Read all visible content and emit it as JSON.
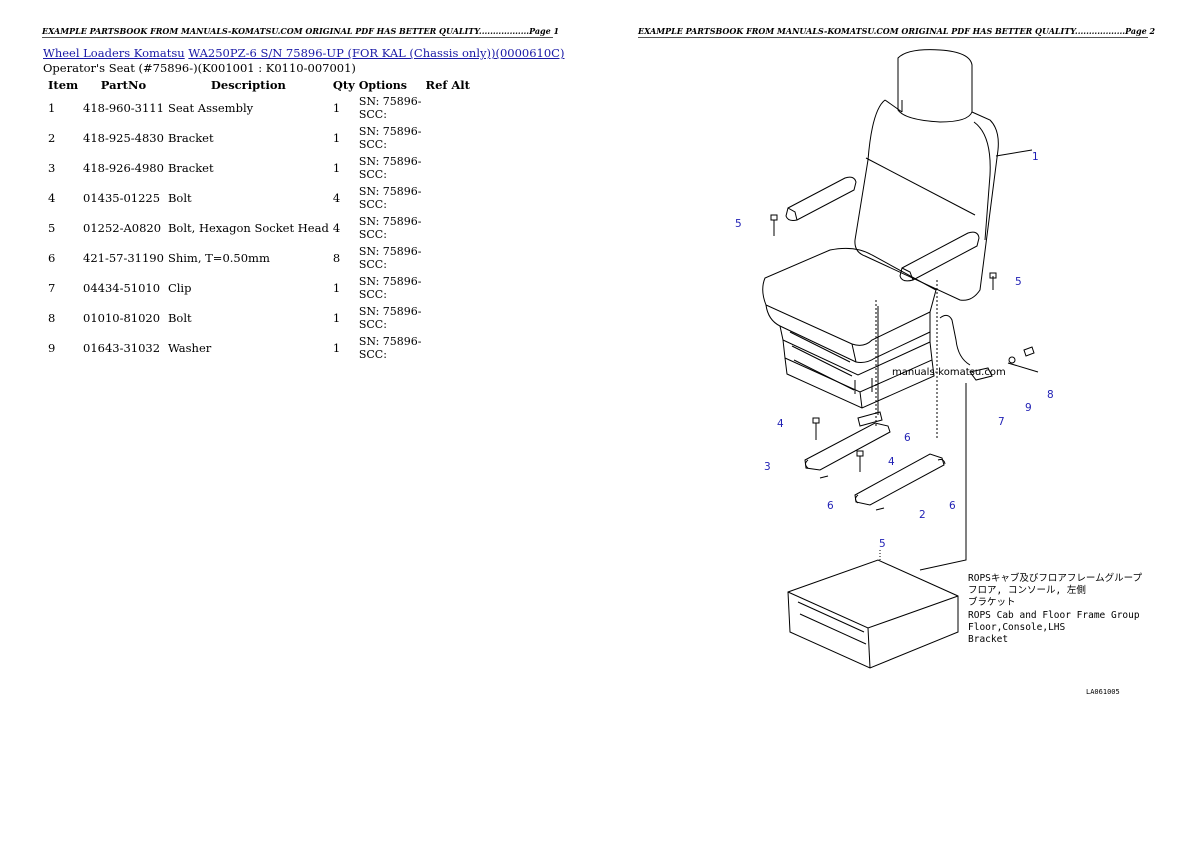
{
  "header": {
    "page1": "EXAMPLE PARTSBOOK FROM MANUALS-KOMATSU.COM ORIGINAL PDF HAS BETTER QUALITY..................Page 1",
    "page2": "EXAMPLE PARTSBOOK FROM MANUALS-KOMATSU.COM ORIGINAL PDF HAS BETTER QUALITY..................Page 2"
  },
  "breadcrumb": {
    "link1": "Wheel Loaders Komatsu",
    "link2": "WA250PZ-6 S/N 75896-UP (FOR KAL (Chassis only))(0000610C)"
  },
  "subtitle": "Operator's Seat (#75896-)(K001001 : K0110-007001)",
  "table": {
    "headers": {
      "item": "Item",
      "partno": "PartNo",
      "description": "Description",
      "qty": "Qty",
      "options": "Options",
      "refalt": "Ref Alt"
    },
    "rows": [
      {
        "item": "1",
        "partno": "418-960-3111",
        "description": "Seat Assembly",
        "qty": "1",
        "opt1": "SN: 75896-",
        "opt2": "SCC:"
      },
      {
        "item": "2",
        "partno": "418-925-4830",
        "description": "Bracket",
        "qty": "1",
        "opt1": "SN: 75896-",
        "opt2": "SCC:"
      },
      {
        "item": "3",
        "partno": "418-926-4980",
        "description": "Bracket",
        "qty": "1",
        "opt1": "SN: 75896-",
        "opt2": "SCC:"
      },
      {
        "item": "4",
        "partno": "01435-01225",
        "description": "Bolt",
        "qty": "4",
        "opt1": "SN: 75896-",
        "opt2": "SCC:"
      },
      {
        "item": "5",
        "partno": "01252-A0820",
        "description": "Bolt, Hexagon Socket Head",
        "qty": "4",
        "opt1": "SN: 75896-",
        "opt2": "SCC:"
      },
      {
        "item": "6",
        "partno": "421-57-31190",
        "description": "Shim, T=0.50mm",
        "qty": "8",
        "opt1": "SN: 75896-",
        "opt2": "SCC:"
      },
      {
        "item": "7",
        "partno": "04434-51010",
        "description": "Clip",
        "qty": "1",
        "opt1": "SN: 75896-",
        "opt2": "SCC:"
      },
      {
        "item": "8",
        "partno": "01010-81020",
        "description": "Bolt",
        "qty": "1",
        "opt1": "SN: 75896-",
        "opt2": "SCC:"
      },
      {
        "item": "9",
        "partno": "01643-31032",
        "description": "Washer",
        "qty": "1",
        "opt1": "SN: 75896-",
        "opt2": "SCC:"
      }
    ]
  },
  "diagram": {
    "callouts": [
      "1",
      "5",
      "5",
      "8",
      "9",
      "7",
      "4",
      "6",
      "3",
      "4",
      "6",
      "2",
      "6",
      "5"
    ],
    "watermark": "manuals-komatsu.com",
    "note_jp1": "ROPSキャブ及びフロアフレームグループ",
    "note_jp2": "フロア, コンソール, 左側",
    "note_jp3": "ブラケット",
    "note_en1": "ROPS Cab and Floor Frame Group",
    "note_en2": "Floor,Console,LHS",
    "note_en3": "Bracket",
    "figure_id": "LA061005"
  }
}
